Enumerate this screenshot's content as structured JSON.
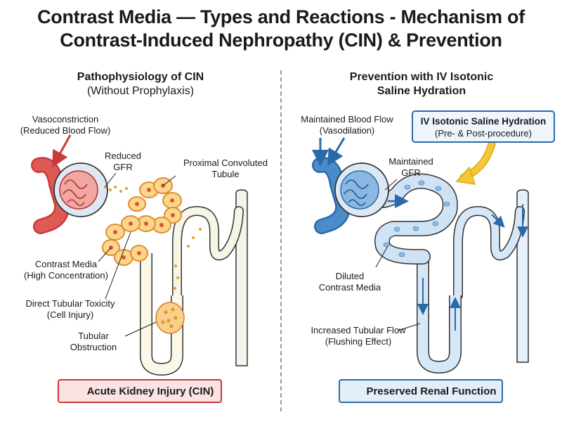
{
  "title_line1": "Contrast Media — Types and Reactions - Mechanism of",
  "title_line2": "Contrast-Induced Nephropathy (CIN) & Prevention",
  "left_panel": {
    "heading": "Pathophysiology of CIN",
    "subheading": "(Without Prophylaxis)",
    "labels": {
      "vasoconstriction": "Vasoconstriction",
      "vasoconstriction_sub": "(Reduced Blood Flow)",
      "reduced_gfr": "Reduced",
      "reduced_gfr_sub": "GFR",
      "pct": "Proximal Convoluted",
      "pct_sub": "Tubule",
      "contrast_media": "Contrast Media",
      "contrast_media_sub": "(High Concentration)",
      "toxicity": "Direct Tubular Toxicity",
      "toxicity_sub": "(Cell Injury)",
      "obstruction": "Tubular",
      "obstruction_sub": "Obstruction"
    },
    "result": "Acute Kidney Injury (CIN)"
  },
  "right_panel": {
    "heading_line1": "Prevention with IV Isotonic",
    "heading_line2": "Saline Hydration",
    "callout_title": "IV Isotonic Saline Hydration",
    "callout_sub": "(Pre- & Post-procedure)",
    "labels": {
      "maintained_flow": "Maintained Blood Flow",
      "maintained_flow_sub": "(Vasodilation)",
      "maintained_gfr": "Maintained",
      "maintained_gfr_sub": "GFR",
      "diluted": "Diluted",
      "diluted_sub": "Contrast Media",
      "increased_flow": "Increased Tubular Flow",
      "increased_flow_sub": "(Flushing Effect)"
    },
    "result": "Preserved Renal Function"
  },
  "colors": {
    "injury_red": "#c8393b",
    "vessel_red": "#e05a55",
    "cell_orange": "#f2a640",
    "cell_fill": "#f9d88c",
    "protect_blue": "#2a6aa8",
    "vessel_blue": "#4a8cc9",
    "tubule_blue": "#d6e8f7",
    "saline_yellow": "#f3c735"
  }
}
